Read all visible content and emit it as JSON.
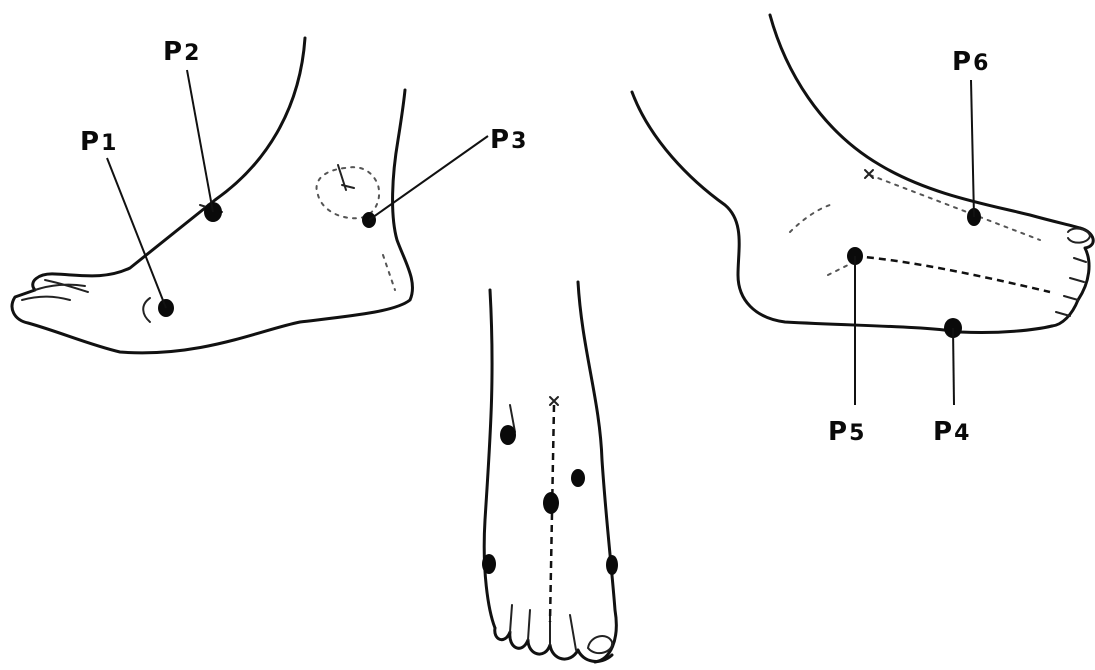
{
  "diagram": {
    "points": [
      {
        "id": "p1",
        "letter": "P",
        "number": "1"
      },
      {
        "id": "p2",
        "letter": "P",
        "number": "2"
      },
      {
        "id": "p3",
        "letter": "P",
        "number": "3"
      },
      {
        "id": "p4",
        "letter": "P",
        "number": "4"
      },
      {
        "id": "p5",
        "letter": "P",
        "number": "5"
      },
      {
        "id": "p6",
        "letter": "P",
        "number": "6"
      }
    ]
  }
}
